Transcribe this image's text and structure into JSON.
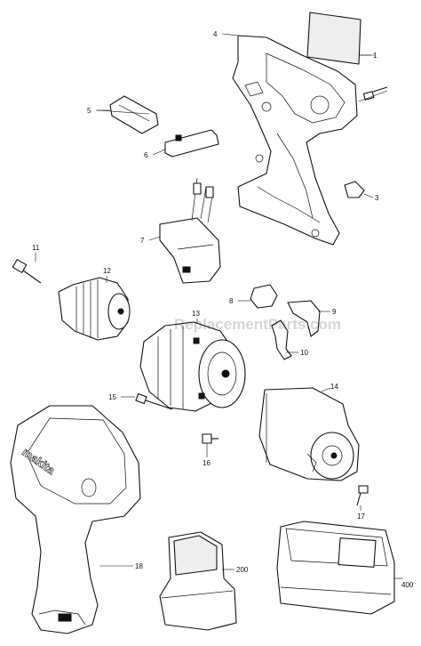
{
  "labels": {
    "p1": "1",
    "p3": "3",
    "p4": "4",
    "p5": "5",
    "p6": "6",
    "p7": "7",
    "p8": "8",
    "p9": "9",
    "p10": "10",
    "p11": "11",
    "p12": "12",
    "p13": "13",
    "p14": "14",
    "p15": "15",
    "p16": "16",
    "p17": "17",
    "p18": "18",
    "p200": "200",
    "p400": "400"
  },
  "watermark": "ReplacementParts.com",
  "brand": "makita"
}
